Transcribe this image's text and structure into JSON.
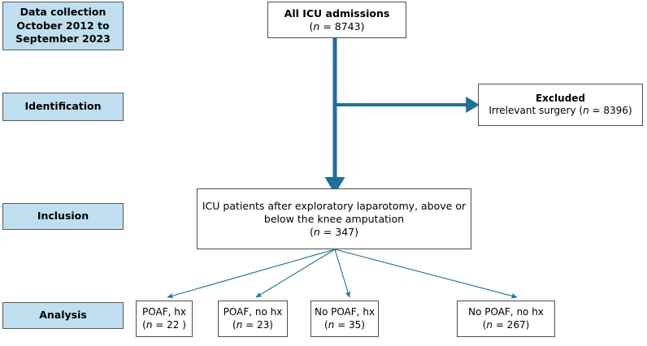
{
  "colors": {
    "stage_fill": "#bfdff0",
    "stage_border": "#5a5a5a",
    "node_border": "#4d4d4d",
    "connector": "#1f6f96",
    "text": "#000000"
  },
  "stages": [
    {
      "id": "data-collection",
      "lines": [
        "Data collection",
        "October 2012 to",
        "September 2023"
      ]
    },
    {
      "id": "identification",
      "lines": [
        "Identification"
      ]
    },
    {
      "id": "inclusion",
      "lines": [
        "Inclusion"
      ]
    },
    {
      "id": "analysis",
      "lines": [
        "Analysis"
      ]
    }
  ],
  "nodes": {
    "all_icu": {
      "title": "All ICU admissions",
      "count_prefix": "(",
      "count_var": "n",
      "count_eq": " = 8743",
      "count_suffix": ")"
    },
    "excluded": {
      "title": "Excluded",
      "detail_before": "Irrelevant surgery (",
      "count_var": "n",
      "count_eq": " = 8396",
      "detail_after": ")"
    },
    "inclusion": {
      "line1": "ICU patients after exploratory laparotomy, above or",
      "line2": "below the knee amputation",
      "count_prefix": "(",
      "count_var": "n",
      "count_eq": " = 347",
      "count_suffix": ")"
    },
    "poaf_hx": {
      "title": "POAF, hx",
      "count_prefix": "(",
      "count_var": "n",
      "count_eq": " = 22",
      "count_suffix": " )"
    },
    "poaf_no_hx": {
      "title": "POAF, no hx",
      "count_prefix": "(",
      "count_var": "n",
      "count_eq": " = 23",
      "count_suffix": ")"
    },
    "no_poaf_hx": {
      "title": "No POAF, hx",
      "count_prefix": "(",
      "count_var": "n",
      "count_eq": " = 35",
      "count_suffix": ")"
    },
    "no_poaf_no_hx": {
      "title": "No POAF, no hx",
      "count_prefix": "(",
      "count_var": "n",
      "count_eq": " = 267",
      "count_suffix": ")"
    }
  },
  "connectors": [
    {
      "name": "all-icu-to-inclusion-trunk",
      "kind": "arrow-down-thick"
    },
    {
      "name": "trunk-to-excluded",
      "kind": "arrow-right-thick"
    },
    {
      "name": "inclusion-to-poaf-hx",
      "kind": "arrow-thin"
    },
    {
      "name": "inclusion-to-poaf-no-hx",
      "kind": "arrow-thin"
    },
    {
      "name": "inclusion-to-no-poaf-hx",
      "kind": "arrow-thin"
    },
    {
      "name": "inclusion-to-no-poaf-no-hx",
      "kind": "arrow-thin"
    }
  ]
}
